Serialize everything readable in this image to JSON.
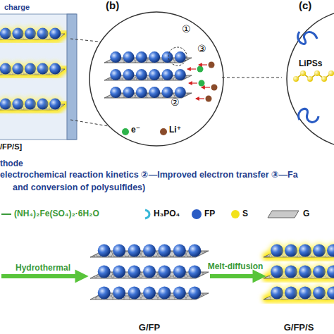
{
  "diagram": {
    "nodes": [
      {
        "text": [
          "G/FP"
        ]
      },
      {
        "text": [
          "G/FP/S"
        ]
      }
    ],
    "edges": [
      {
        "from": 0,
        "to": 1,
        "arrow": "to",
        "label": "Melt-diffusion"
      }
    ],
    "labels": [
      "(b)",
      "(c)",
      "charge",
      "/FP/S]",
      "thode",
      "①",
      "②",
      "③",
      "LiPSs",
      "electrochemical reaction kinetics ②—Improved electron transfer ③—Fa",
      "and conversion of polysulfides)",
      "Hydrothermal"
    ],
    "legend": [
      {
        "text": "e⁻",
        "color": "#2db34a"
      },
      {
        "text": "Li⁺",
        "color": "#8a4b2a"
      },
      {
        "text": "(NH₄)₂Fe(SO₄)₂·6H₂O"
      },
      {
        "text": "H₃PO₄"
      },
      {
        "text": "FP",
        "color": "#2a5cc4"
      },
      {
        "text": "S",
        "color": "#f2e21a"
      },
      {
        "text": "G"
      }
    ]
  }
}
